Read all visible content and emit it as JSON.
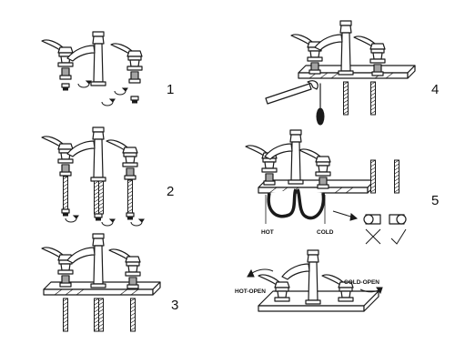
{
  "steps": [
    {
      "number": "1"
    },
    {
      "number": "2"
    },
    {
      "number": "3"
    },
    {
      "number": "4"
    },
    {
      "number": "5",
      "labels": {
        "hot": "HOT",
        "cold": "COLD"
      }
    },
    {
      "number": "",
      "labels": {
        "hot_open": "HOT-OPEN",
        "cold_open": "COLD-OPEN"
      }
    }
  ]
}
